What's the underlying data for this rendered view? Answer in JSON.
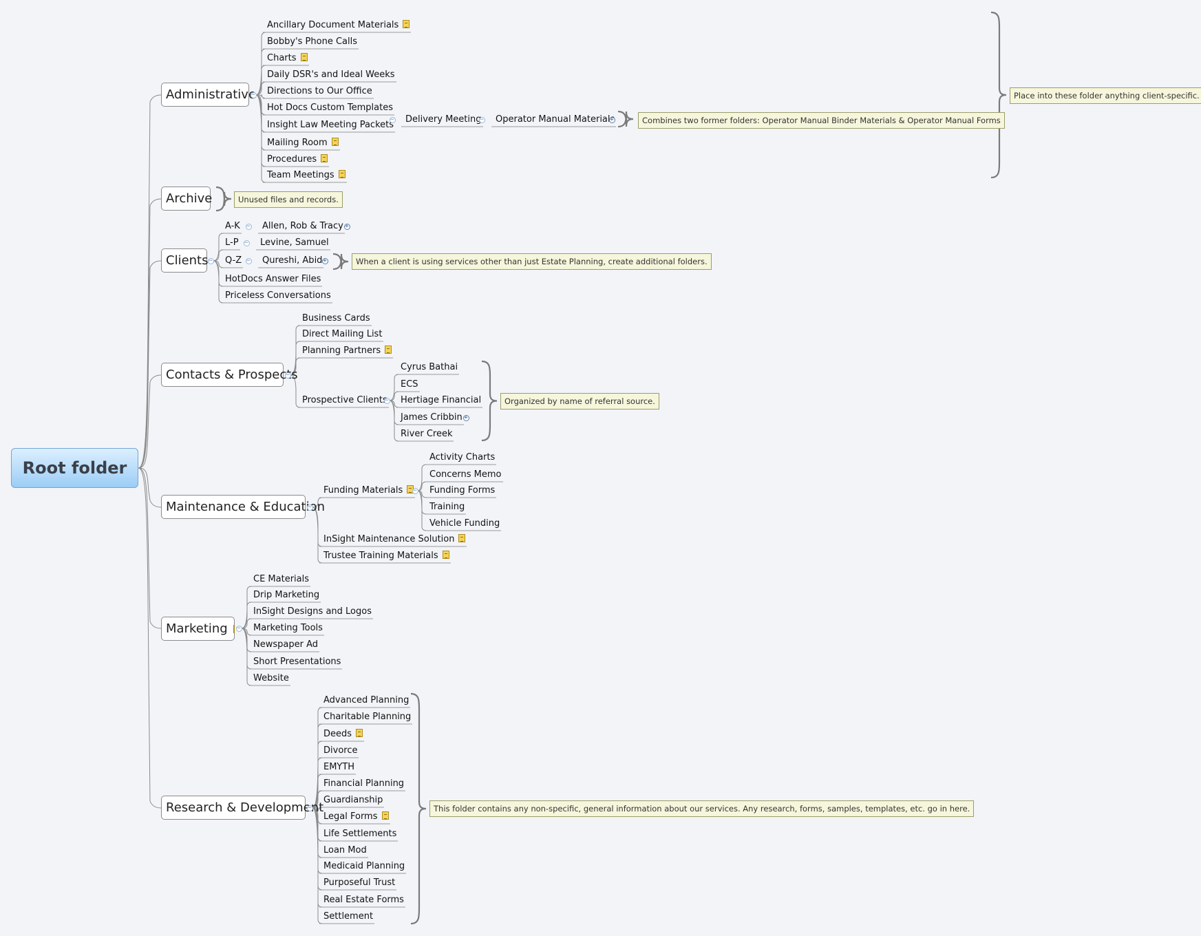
{
  "root": "Root folder",
  "administrative": {
    "label": "Administrative",
    "children": [
      "Ancillary Document Materials",
      "Bobby's Phone Calls",
      "Charts",
      "Daily DSR's and Ideal Weeks",
      "Directions to Our Office",
      "Hot Docs Custom Templates",
      "Insight Law Meeting Packets",
      "Mailing Room",
      "Procedures",
      "Team Meetings"
    ],
    "delivery": "Delivery Meeting",
    "operator": "Operator Manual Materials",
    "operator_note": "Combines two former folders: Operator Manual Binder Materials & Operator Manual Forms",
    "note": "Place into these folder anything client-specific."
  },
  "archive": {
    "label": "Archive",
    "note": "Unused files and records."
  },
  "clients": {
    "label": "Clients",
    "children": [
      "A-K",
      "L-P",
      "Q-Z",
      "HotDocs Answer Files",
      "Priceless Conversations"
    ],
    "ak": "Allen, Rob & Tracy",
    "lp": "Levine, Samuel",
    "qz": "Qureshi, Abid",
    "note": "When a client is using services other than just Estate Planning, create additional folders."
  },
  "contacts": {
    "label": "Contacts & Prospects",
    "children": [
      "Business Cards",
      "Direct Mailing List",
      "Planning Partners",
      "Prospective Clients"
    ],
    "prospects": [
      "Cyrus Bathai",
      "ECS",
      "Hertiage Financial",
      "James Cribbin",
      "River Creek"
    ],
    "note": "Organized by name of referral source."
  },
  "maintenance": {
    "label": "Maintenance & Education",
    "children": [
      "Funding Materials",
      "InSight Maintenance Solution",
      "Trustee Training Materials"
    ],
    "funding": [
      "Activity Charts",
      "Concerns Memo",
      "Funding Forms",
      "Training",
      "Vehicle Funding"
    ]
  },
  "marketing": {
    "label": "Marketing",
    "children": [
      "CE Materials",
      "Drip Marketing",
      "InSight Designs and Logos",
      "Marketing Tools",
      "Newspaper Ad",
      "Short Presentations",
      "Website"
    ]
  },
  "research": {
    "label": "Research & Development",
    "children": [
      "Advanced Planning",
      "Charitable Planning",
      "Deeds",
      "Divorce",
      "EMYTH",
      "Financial Planning",
      "Guardianship",
      "Legal Forms",
      "Life Settlements",
      "Loan Mod",
      "Medicaid Planning",
      "Purposeful Trust",
      "Real Estate Forms",
      "Settlement"
    ],
    "note": "This folder contains any non-specific, general information about our services.  Any research, forms, samples, templates, etc. go in here."
  },
  "colors": {
    "background": "#f2f4f8",
    "root_fill": "#9ccdf5",
    "line": "#8a8a8a",
    "callout_fill": "#f6f6dc",
    "note_icon": "#f5d35a"
  }
}
